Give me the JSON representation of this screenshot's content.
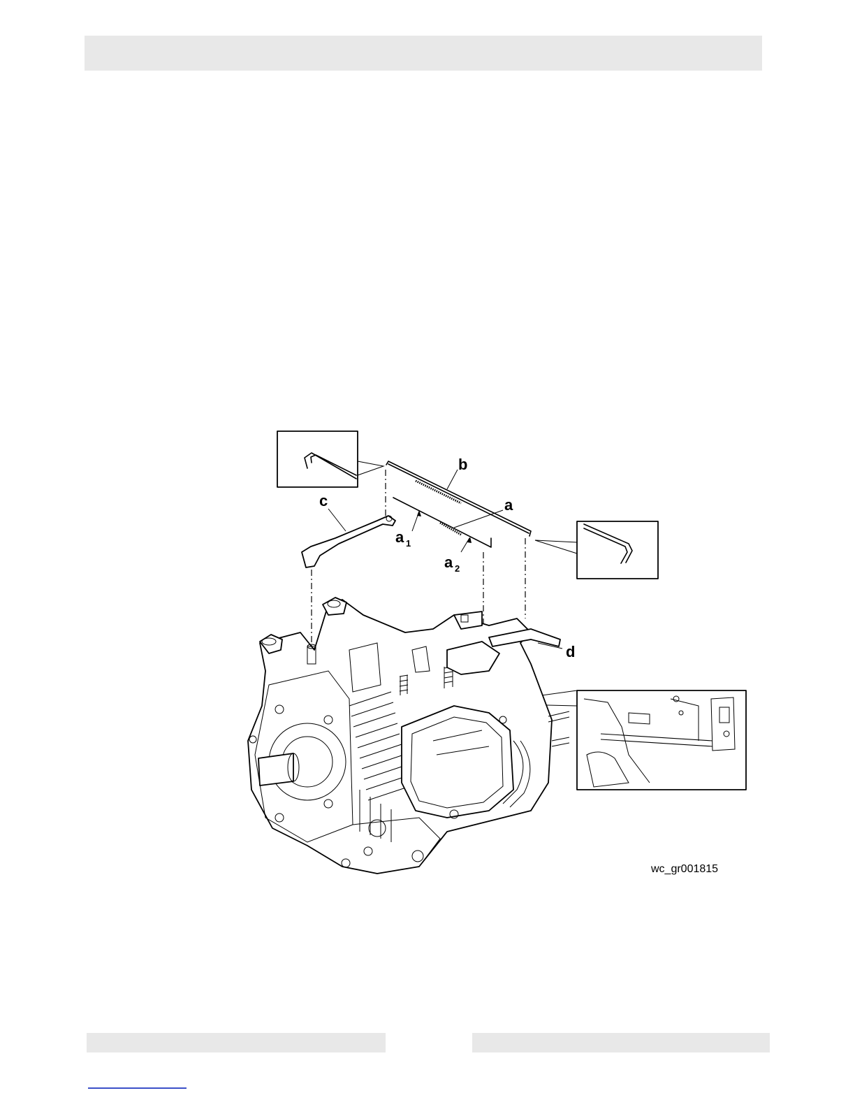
{
  "figure": {
    "labels": {
      "a": "a",
      "a1_main": "a",
      "a1_sub": "1",
      "a2_main": "a",
      "a2_sub": "2",
      "b": "b",
      "c": "c",
      "d": "d"
    },
    "figure_id": "wc_gr001815"
  }
}
